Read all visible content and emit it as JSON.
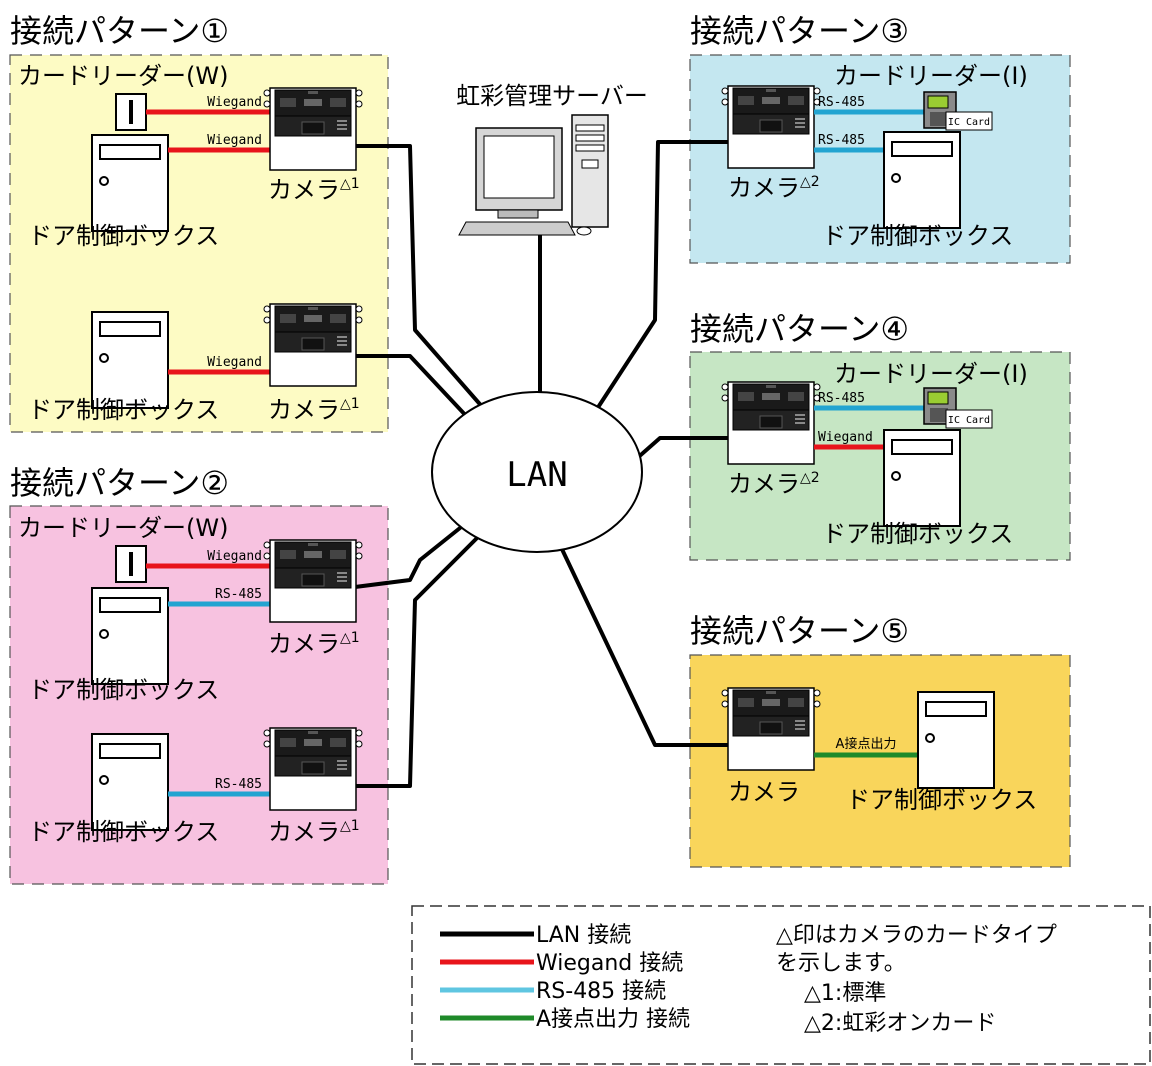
{
  "patterns": {
    "p1": {
      "title": "接続パターン①",
      "bg": "#fdfbc4"
    },
    "p2": {
      "title": "接続パターン②",
      "bg": "#f7c2e0"
    },
    "p3": {
      "title": "接続パターン③",
      "bg": "#c4e7f0"
    },
    "p4": {
      "title": "接続パターン④",
      "bg": "#c6e6c4"
    },
    "p5": {
      "title": "接続パターン⑤",
      "bg": "#f9d55b"
    }
  },
  "labels": {
    "card_reader_w": "カードリーダー(W)",
    "card_reader_i": "カードリーダー(I)",
    "door_box": "ドア制御ボックス",
    "camera": "カメラ",
    "camera_mark_1": "△1",
    "camera_mark_2": "△2",
    "server": "虹彩管理サーバー",
    "lan": "LAN",
    "ic_card": "IC Card"
  },
  "connections": {
    "wiegand": "Wiegand",
    "rs485": "RS-485",
    "contact": "A接点出力"
  },
  "colors": {
    "lan": "#000000",
    "wiegand": "#e8141b",
    "rs485": "#22a4d1",
    "contact": "#1f8a2a"
  },
  "legend": {
    "items": [
      {
        "label": "LAN 接続",
        "color": "#000000"
      },
      {
        "label": "Wiegand 接続",
        "color": "#e8141b"
      },
      {
        "label": "RS-485 接続",
        "color": "#5fc6e1"
      },
      {
        "label": "A接点出力 接続",
        "color": "#1f8a2a"
      }
    ],
    "note_line1": "△印はカメラのカードタイプ",
    "note_line2": "を示します。",
    "note_item1": "△1:標準",
    "note_item2": "△2:虹彩オンカード"
  },
  "icons": {
    "camera": "iris-camera-icon",
    "door_box": "door-control-box-icon",
    "card_reader": "card-reader-icon",
    "server": "server-pc-icon"
  }
}
